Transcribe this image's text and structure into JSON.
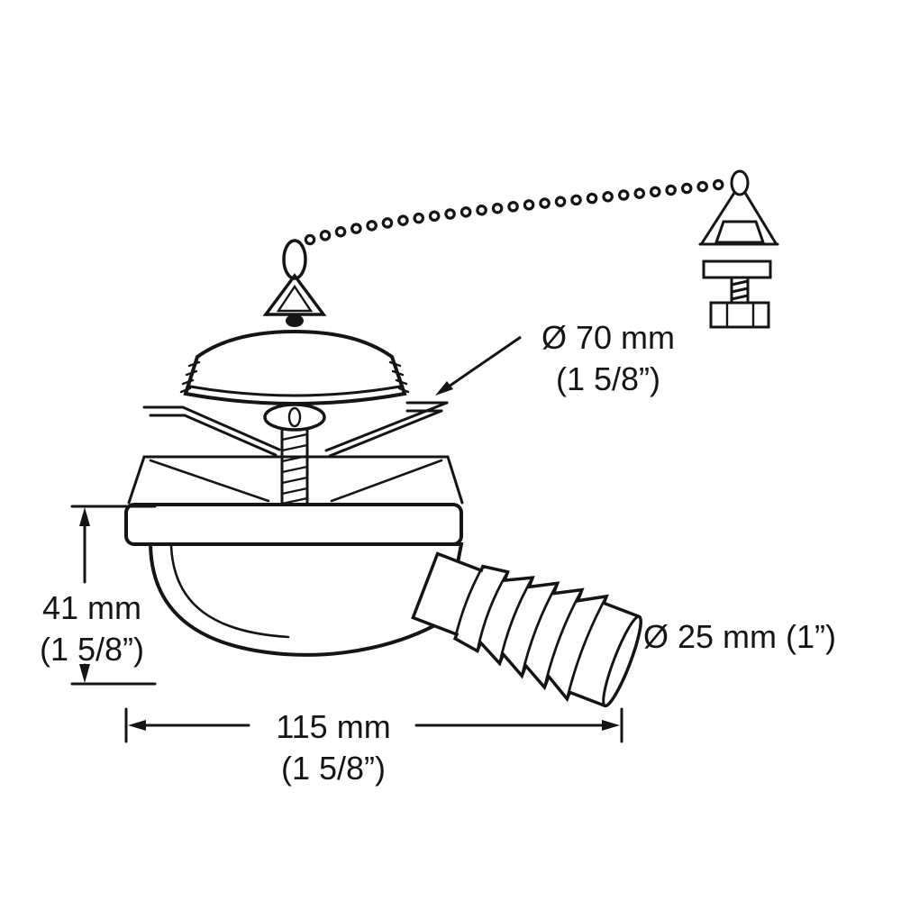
{
  "diagram": {
    "background": "#ffffff",
    "ink": "#151515"
  },
  "dimensions": {
    "plug_diameter": {
      "metric": "Ø 70 mm",
      "imperial": "(1 5/8”)"
    },
    "body_height": {
      "metric": "41 mm",
      "imperial": "(1 5/8”)"
    },
    "outlet_diameter": {
      "metric": "Ø 25 mm (1”)"
    },
    "overall_width": {
      "metric": "115 mm",
      "imperial": "(1 5/8”)"
    }
  }
}
